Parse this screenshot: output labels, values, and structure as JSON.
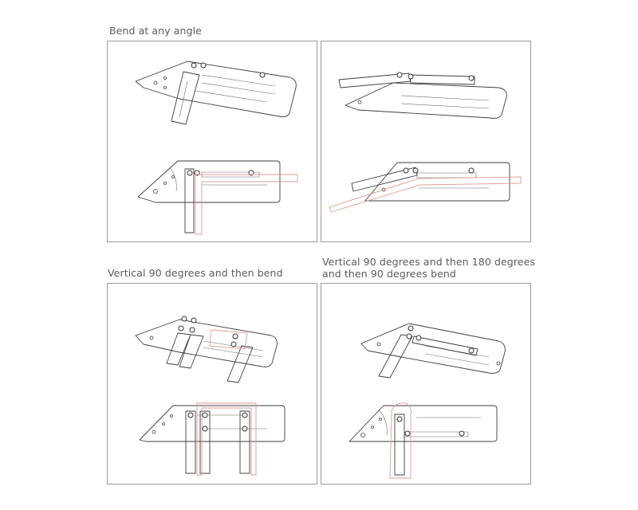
{
  "captions": {
    "top_left": "Bend at any angle",
    "bottom_left": "Vertical 90 degrees and then bend",
    "bottom_right": "Vertical 90 degrees and then 180 degrees\nand then 90 degrees bend"
  },
  "colors": {
    "line": "#3d3d3d",
    "guide": "#e39a92",
    "border": "#9a9a9a",
    "text": "#5a5a5a"
  }
}
